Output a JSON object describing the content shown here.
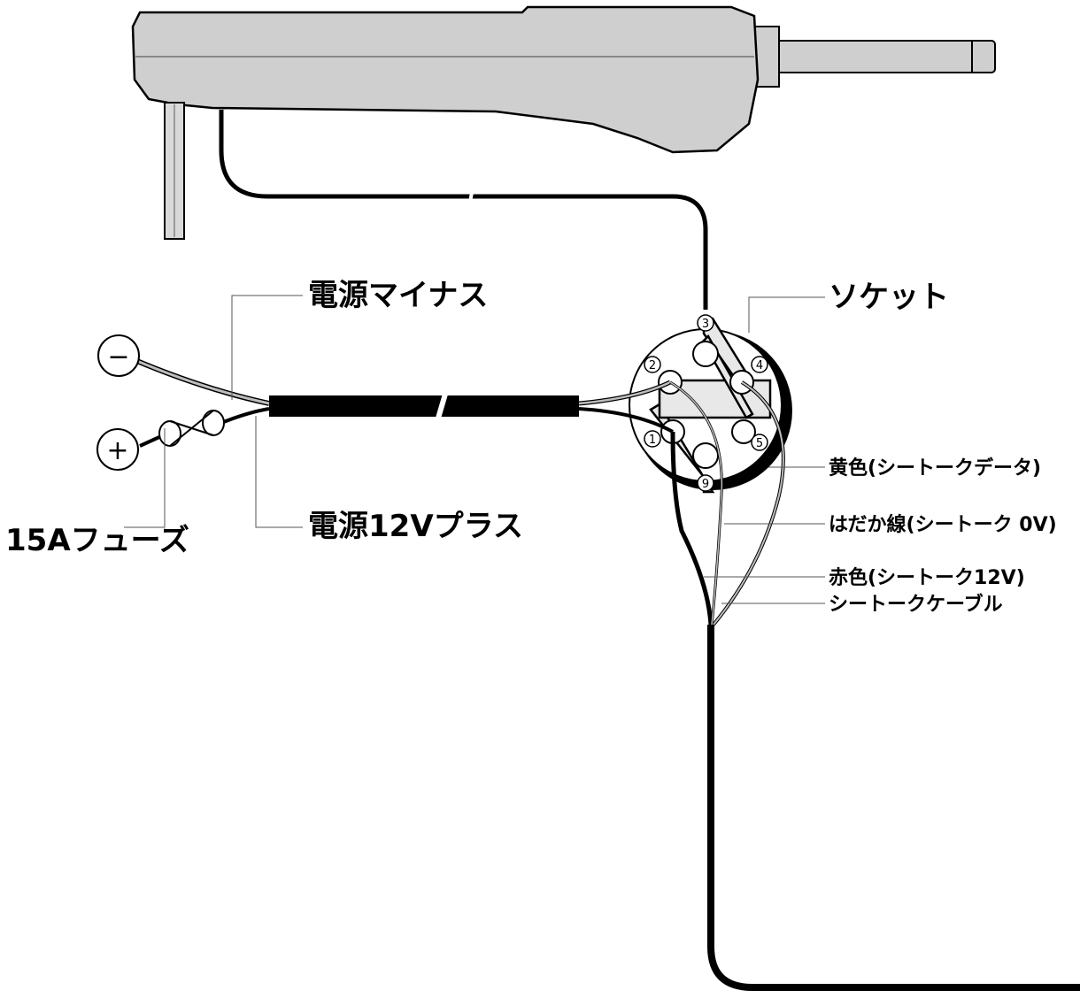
{
  "labels": {
    "power_minus": "電源マイナス",
    "power_plus": "電源12Vプラス",
    "fuse": "15Aフューズ",
    "socket": "ソケット",
    "yellow": "黄色(シートークデータ)",
    "bare": "はだか線(シートーク 0V)",
    "red": "赤色(シートーク12V)",
    "cable": "シートークケーブル"
  },
  "symbols": {
    "minus": "−",
    "plus": "+"
  },
  "pins": [
    "1",
    "2",
    "3",
    "4",
    "5",
    "9"
  ],
  "colors": {
    "body": "#cfcfcf",
    "outline": "#000000",
    "cable": "#000000",
    "wire_gray": "#bdbdbd"
  }
}
